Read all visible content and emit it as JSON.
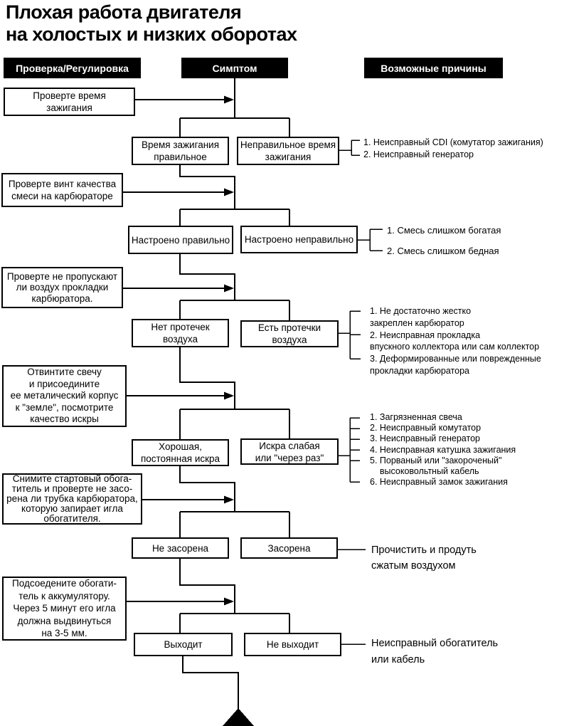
{
  "title": "Плохая работа двигателя\nна холостых и низких оборотах",
  "columns": {
    "check": "Проверка/Регулировка",
    "symptom": "Симптом",
    "causes": "Возможные причины"
  },
  "rows": [
    {
      "check": "Проверте время\nзажигания",
      "symptom_ok": "Время зажигания\nправильное",
      "symptom_bad": "Неправильное время\nзажигания",
      "causes": "1. Неисправный CDI (комутатор зажигания)\n2. Неисправный генератор"
    },
    {
      "check": "Проверте винт качества\nсмеси на карбюраторе",
      "symptom_ok": "Настроено правильно",
      "symptom_bad": "Настроено неправильно",
      "causes": "1. Смесь слишком богатая\n2. Смесь слишком бедная"
    },
    {
      "check": "Проверте не пропускают\nли воздух прокладки\nкарбюратора.",
      "symptom_ok": "Нет протечек\nвоздуха",
      "symptom_bad": "Есть протечки\nвоздуха",
      "causes": "1. Не достаточно жестко\nзакреплен карбюратор\n2. Неисправная прокладка\nвпускного коллектора или сам коллектор\n3. Деформированные или поврежденные\nпрокладки карбюратора"
    },
    {
      "check": "Отвинтите свечу\nи присоедините\nее металический корпус\nк \"земле\", посмотрите\nкачество искры",
      "symptom_ok": "Хорошая,\nпостоянная искра",
      "symptom_bad": "Искра слабая\nили \"через раз\"",
      "causes": "1. Загрязненная свеча\n2. Неисправный комутатор\n3. Неисправный генератор\n4. Неисправная катушка зажигания\n5. Порваный или \"закороченый\"\n    высоковольтный кабель\n6. Неисправный замок зажигания"
    },
    {
      "check": "Снимите стартовый обога-\nтитель и проверте не засо-\nрена ли трубка карбюратора,\nкоторую запирает игла\nобогатителя.",
      "symptom_ok": "Не засорена",
      "symptom_bad": "Засорена",
      "causes": "Прочистить и продуть\nсжатым воздухом"
    },
    {
      "check": "Подсоедените обогати-\nтель к аккумулятору.\nЧерез 5 минут его игла\nдолжна выдвинуться\nна 3-5 мм.",
      "symptom_ok": "Выходит",
      "symptom_bad": "Не выходит",
      "causes": "Неисправный обогатитель\nили кабель"
    }
  ]
}
